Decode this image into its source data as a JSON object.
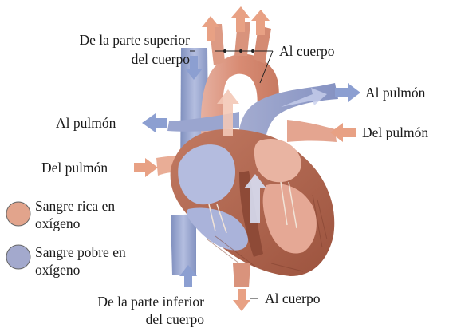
{
  "labels": {
    "upper_body_line1": "De la parte superior",
    "upper_body_line2": "del cuerpo",
    "to_body_top": "Al cuerpo",
    "to_lung_right": "Al pulmón",
    "to_lung_left": "Al pulmón",
    "from_lung_right": "Del pulmón",
    "from_lung_left": "Del pulmón",
    "to_body_bottom": "Al cuerpo",
    "lower_body_line1": "De la parte inferior",
    "lower_body_line2": "del cuerpo"
  },
  "legend": {
    "oxygen_rich_line1": "Sangre rica en",
    "oxygen_rich_line2": "oxígeno",
    "oxygen_poor_line1": "Sangre pobre en",
    "oxygen_poor_line2": "oxígeno"
  },
  "colors": {
    "oxygen_rich": "#e2a48c",
    "oxygen_poor": "#a3a9cd",
    "muscle": "#b3674f",
    "muscle_dark": "#8a4634",
    "vein_blue": "#8a98c2",
    "artery_red": "#d98e74",
    "arrow_red": "#e8a184",
    "arrow_blue": "#8c9fd1"
  }
}
